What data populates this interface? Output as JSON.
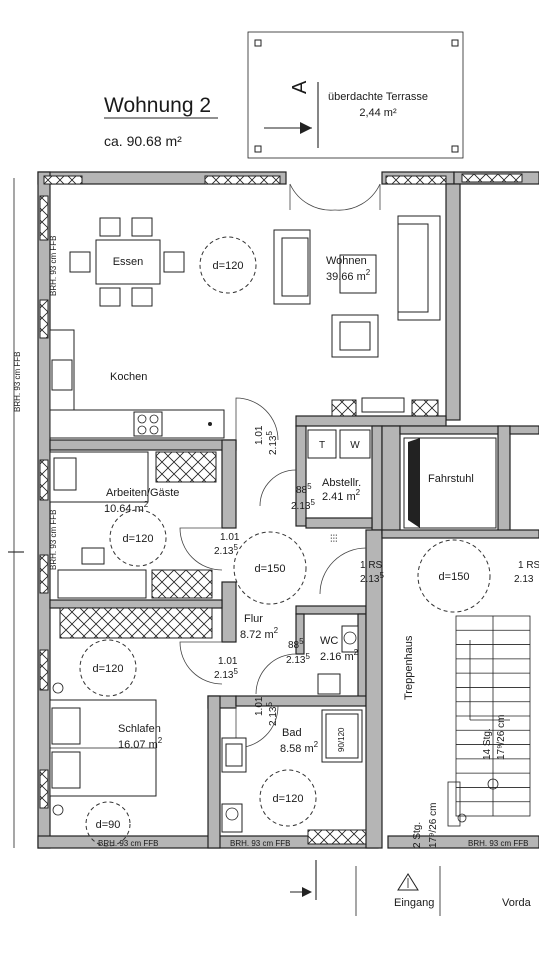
{
  "title": "Wohnung 2",
  "area_total": "ca. 90.68 m²",
  "section_marker": "A",
  "terrace": {
    "name": "überdachte Terrasse",
    "area": "2,44 m²"
  },
  "rooms": {
    "essen": "Essen",
    "wohnen": {
      "name": "Wohnen",
      "area": "39.66 m",
      "sup": "2"
    },
    "kochen": "Kochen",
    "arbeiten": {
      "name": "Arbeiten/Gäste",
      "area": "10.64 m",
      "sup": "2"
    },
    "abstellr": {
      "name": "Abstellr.",
      "area": "2.41 m",
      "sup": "2"
    },
    "fahrstuhl": "Fahrstuhl",
    "flur": {
      "name": "Flur",
      "area": "8.72 m",
      "sup": "2"
    },
    "wc": {
      "name": "WC",
      "area": "2.16 m",
      "sup": "2"
    },
    "schlafen": {
      "name": "Schlafen",
      "area": "16.07 m",
      "sup": "2"
    },
    "bad": {
      "name": "Bad",
      "area": "8.58 m",
      "sup": "2"
    },
    "treppenhaus": "Treppenhaus"
  },
  "circles": {
    "wohnen": "d=120",
    "arbeiten": "d=120",
    "flur": "d=150",
    "treppen": "d=150",
    "schlafen": "d=120",
    "bad": "d=120",
    "schlafen2": "d=90"
  },
  "doors": {
    "d1": {
      "a": "1.01",
      "b": "2.13",
      "s": "5"
    },
    "d2": {
      "a": "88",
      "b": "2.13",
      "s": "5"
    },
    "d3": {
      "a": "1.01",
      "b": "2.13",
      "s": "5"
    },
    "d4": {
      "a": "1 RS",
      "b": "2.13",
      "s": "5"
    },
    "d5": {
      "a": "1 RS",
      "b": "2.13"
    },
    "d6": {
      "a": "88",
      "b": "2.13",
      "s": "5"
    },
    "d7": {
      "a": "1.01",
      "b": "2.13",
      "s": "5"
    },
    "d8": {
      "a": "1.01",
      "b": "2.13",
      "s": "5"
    }
  },
  "brh": {
    "top_left": "BRH. 93 cm FFB",
    "left_outer": "BRH. 93 cm FFB",
    "left_mid": "BRH. 93 cm FFB",
    "bottom_schlafen": "BRH. 93 cm FFB",
    "bottom_bad": "BRH. 93 cm FFB",
    "bottom_treppe": "BRH. 93 cm FFB"
  },
  "stairs": {
    "left_a": "2 Stg.",
    "left_b": "17⁹/26 cm",
    "right_a": "14 Stg.",
    "right_b": "17⁹/26 cm"
  },
  "appliances": {
    "t": "T",
    "w": "W",
    "shower": "90/120"
  },
  "entrance": "Eingang",
  "vorda": "Vorda"
}
